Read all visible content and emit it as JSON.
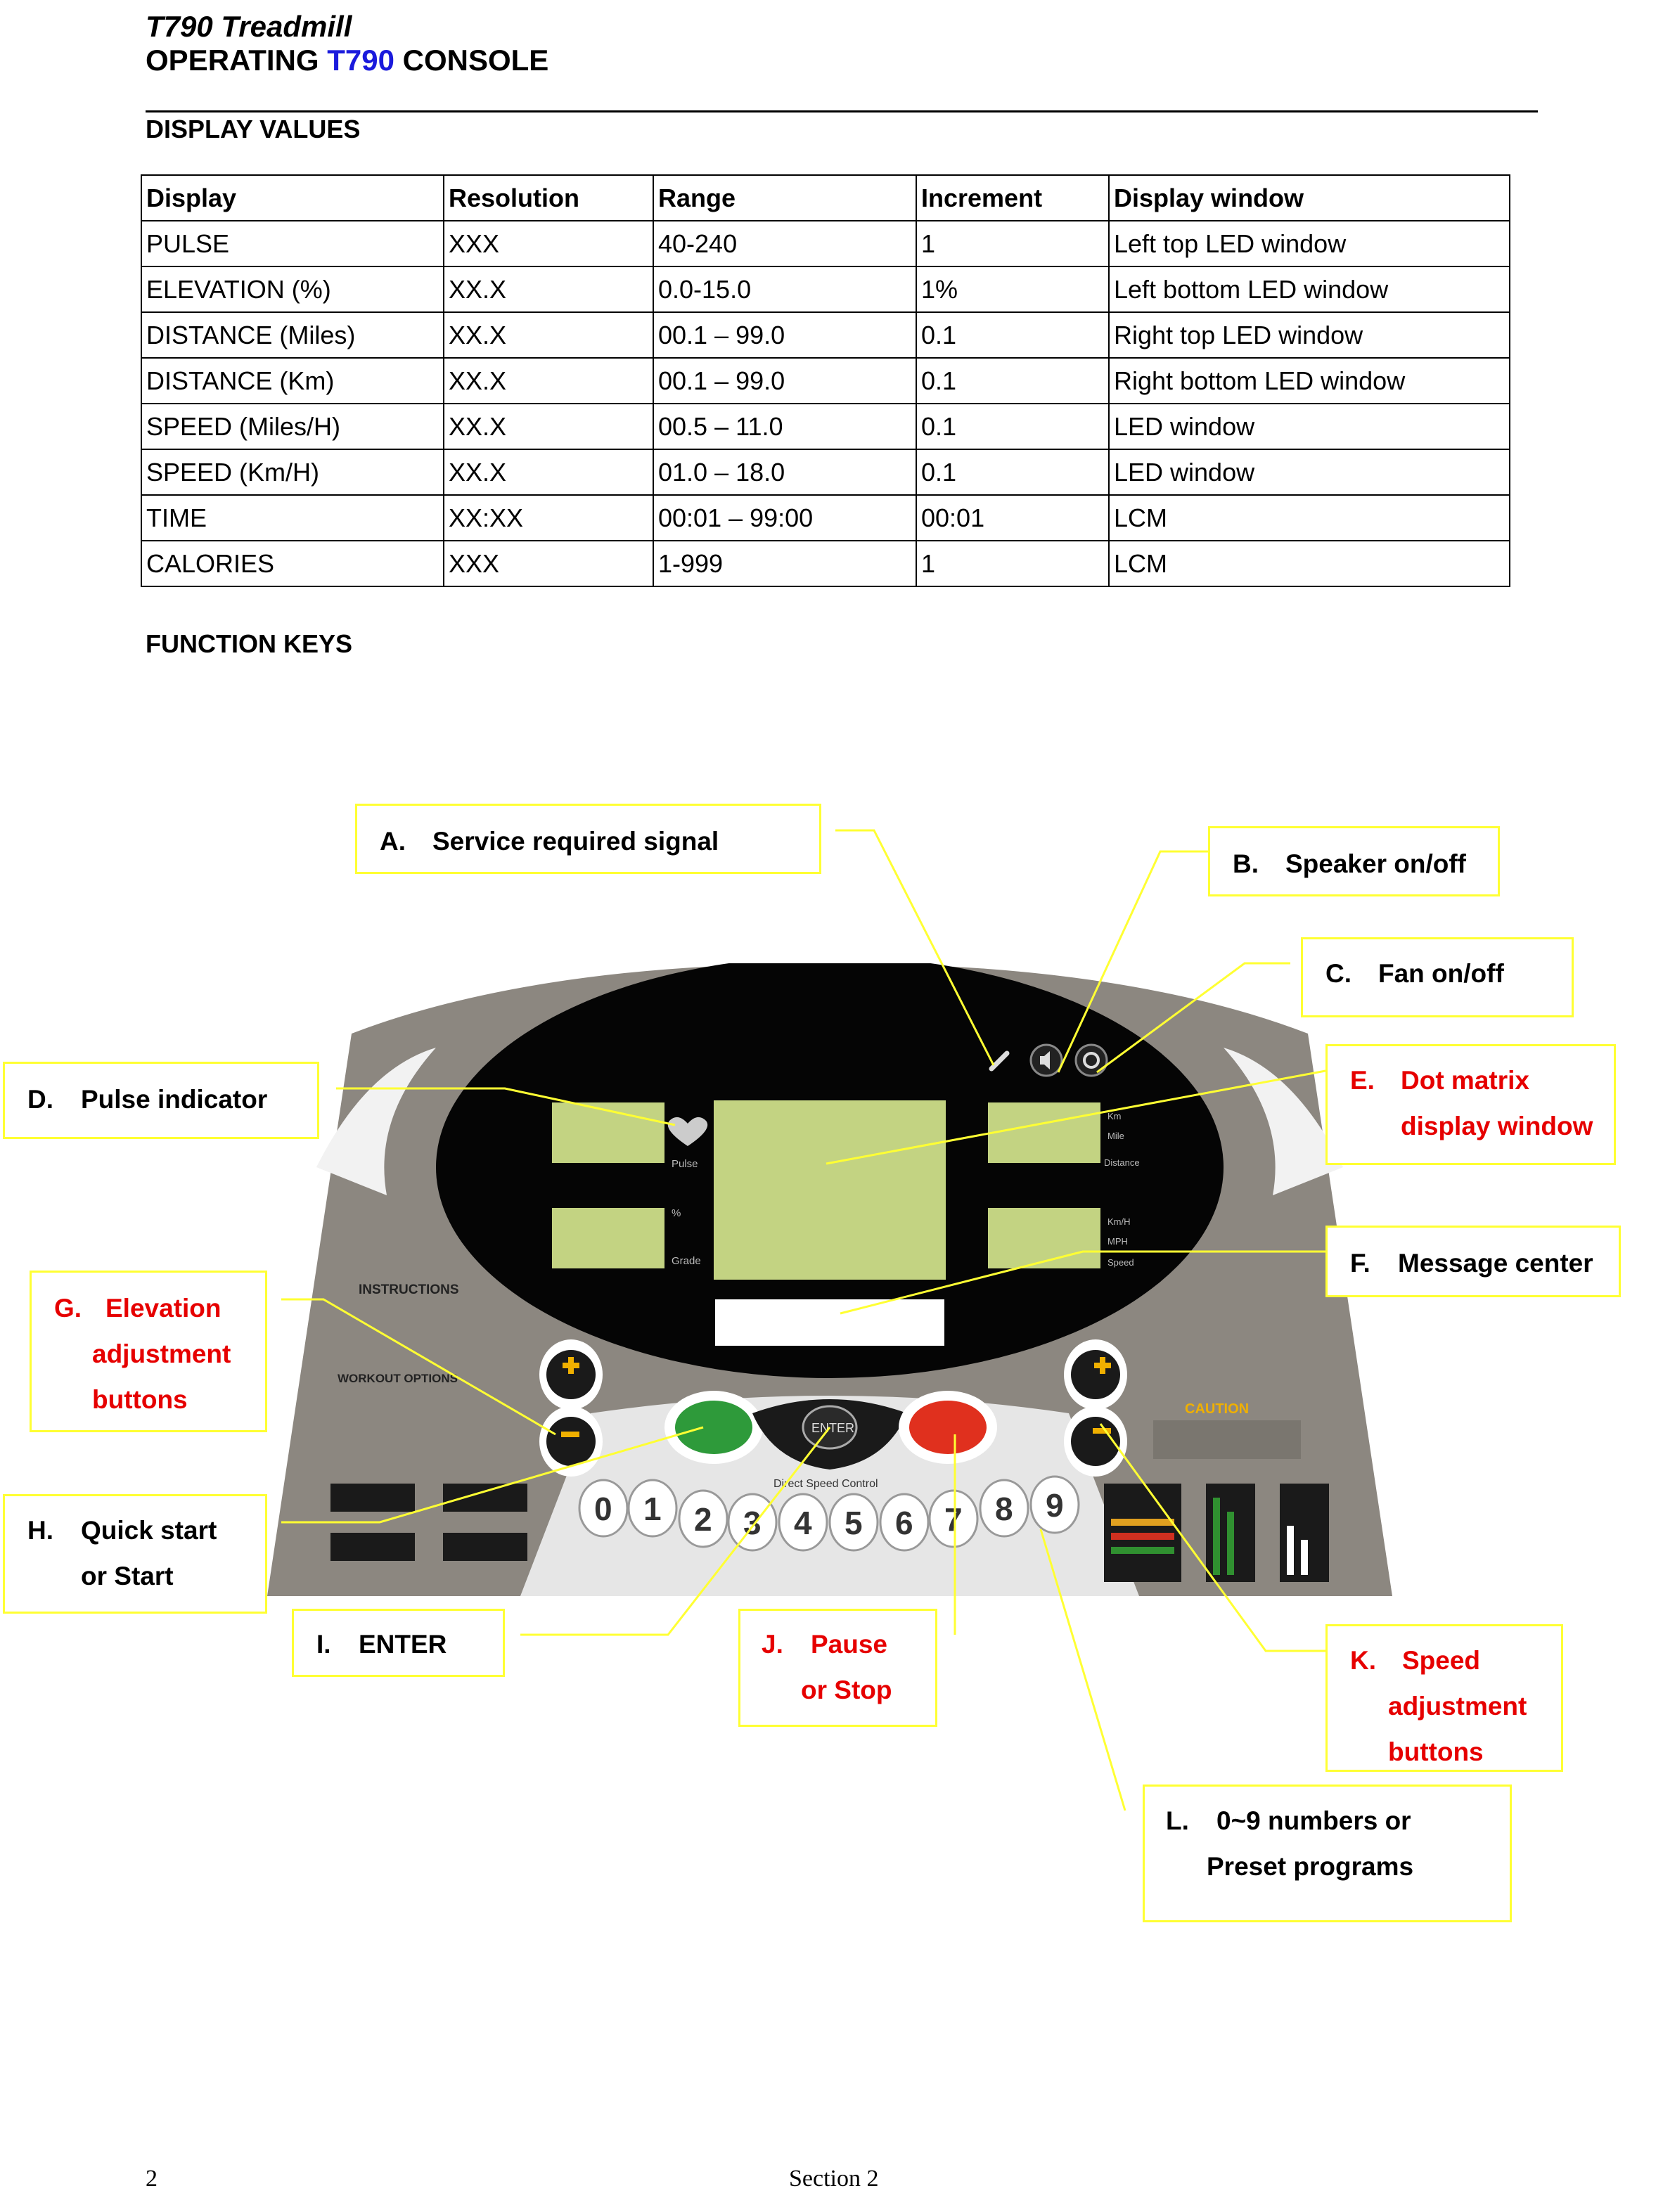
{
  "header": {
    "title": "T790 Treadmill",
    "subtitle_prefix": "OPERATING ",
    "subtitle_model": "T790",
    "subtitle_suffix": " CONSOLE"
  },
  "display_values": {
    "heading": "DISPLAY VALUES",
    "columns": [
      "Display",
      "Resolution",
      "Range",
      "Increment",
      "Display window"
    ],
    "rows": [
      [
        "PULSE",
        "XXX",
        "40-240",
        "1",
        "Left top LED window"
      ],
      [
        "ELEVATION (%)",
        "XX.X",
        "0.0-15.0",
        "1%",
        "Left bottom LED window"
      ],
      [
        "DISTANCE (Miles)",
        "XX.X",
        "00.1 – 99.0",
        "0.1",
        "Right top LED window"
      ],
      [
        "DISTANCE (Km)",
        "XX.X",
        "00.1 – 99.0",
        "0.1",
        "Right bottom LED window"
      ],
      [
        "SPEED (Miles/H)",
        "XX.X",
        "00.5 – 11.0",
        "0.1",
        "LED window"
      ],
      [
        "SPEED (Km/H)",
        "XX.X",
        "01.0 – 18.0",
        "0.1",
        "LED window"
      ],
      [
        "TIME",
        "XX:XX",
        "00:01 – 99:00",
        "00:01",
        "LCM"
      ],
      [
        "CALORIES",
        "XXX",
        "1-999",
        "1",
        "LCM"
      ]
    ]
  },
  "function_keys": {
    "heading": "FUNCTION KEYS",
    "callouts": {
      "a": {
        "letter": "A.",
        "lines": [
          "Service required signal"
        ]
      },
      "b": {
        "letter": "B.",
        "lines": [
          "Speaker on/off"
        ]
      },
      "c": {
        "letter": "C.",
        "lines": [
          "Fan on/off"
        ]
      },
      "d": {
        "letter": "D.",
        "lines": [
          "Pulse indicator"
        ]
      },
      "e": {
        "letter": "E.",
        "lines": [
          "Dot matrix",
          "display window"
        ]
      },
      "f": {
        "letter": "F.",
        "lines": [
          "Message center"
        ]
      },
      "g": {
        "letter": "G.",
        "lines": [
          "Elevation",
          "adjustment",
          "buttons"
        ]
      },
      "h": {
        "letter": "H.",
        "lines": [
          "Quick start",
          "or Start"
        ]
      },
      "i": {
        "letter": "I.",
        "lines": [
          "ENTER"
        ]
      },
      "j": {
        "letter": "J.",
        "lines": [
          "Pause",
          "or Stop"
        ]
      },
      "k": {
        "letter": "K.",
        "lines": [
          "Speed",
          "adjustment",
          "buttons"
        ]
      },
      "l": {
        "letter": "L.",
        "lines": [
          "0~9 numbers or",
          "Preset programs"
        ]
      }
    },
    "console": {
      "keys": [
        "0",
        "1",
        "2",
        "3",
        "4",
        "5",
        "6",
        "7",
        "8",
        "9"
      ],
      "enter_label": "ENTER",
      "label_pulse": "Pulse",
      "label_grade": "Grade",
      "label_distance": "Distance",
      "label_speed": "Speed",
      "unit_pct": "%",
      "unit_km": "Km",
      "unit_mile": "Mile",
      "unit_kmh": "Km/H",
      "unit_mph": "MPH",
      "instructions": "INSTRUCTIONS",
      "workout_options": "WORKOUT OPTIONS",
      "caution": "CAUTION",
      "direct_speed": "Direct Speed Control"
    }
  },
  "colors": {
    "callout_border": "#ffff33",
    "leader_line": "#ffff33",
    "red_label": "#e60000",
    "model_blue": "#1a1adc",
    "lcd_green": "#c3d382",
    "console_gray": "#8c8780",
    "start_green": "#2e9a3a",
    "stop_red": "#e0301e"
  },
  "footer": {
    "page_number": "2",
    "section": "Section 2"
  }
}
